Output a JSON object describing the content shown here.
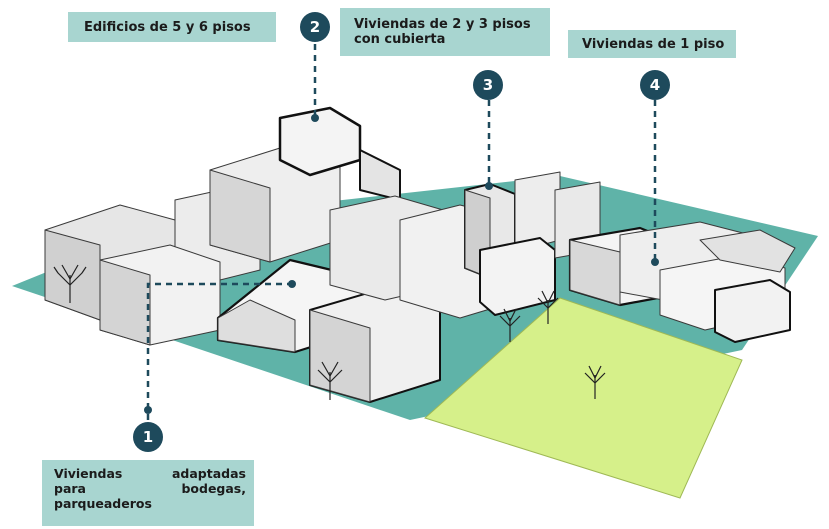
{
  "labels": {
    "top_left": "Edificios de 5 y 6 pisos",
    "top_mid_line1": "Viviendas de 2 y 3 pisos",
    "top_mid_line2": "con cubierta",
    "top_right": "Viviendas de 1 piso",
    "bottom_line1": "Viviendas adaptadas",
    "bottom_line2": "para bodegas,",
    "bottom_line3": "parqueaderos"
  },
  "markers": {
    "m1": "1",
    "m2": "2",
    "m3": "3",
    "m4": "4"
  },
  "colors": {
    "ground": "#5fb3a8",
    "park": "#d6f08a",
    "label_bg": "#a8d5d0",
    "marker": "#1e4a5c",
    "building_light": "#f2f2f2",
    "building_shade": "#cfcfcf"
  }
}
